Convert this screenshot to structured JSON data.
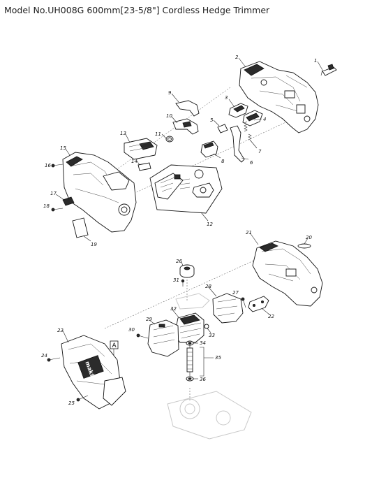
{
  "diagram": {
    "title": "Model No.UH008G 600mm[23-5/8\"] Cordless Hedge Trimmer",
    "brand_mark": "makita",
    "section_marker": "A",
    "callouts": [
      "1",
      "2",
      "3",
      "4",
      "5",
      "6",
      "7",
      "8",
      "9",
      "10",
      "11",
      "12",
      "13",
      "14",
      "15",
      "16",
      "17",
      "18",
      "19",
      "20",
      "21",
      "22",
      "23",
      "24",
      "25",
      "26",
      "27",
      "28",
      "29",
      "30",
      "31",
      "32",
      "33",
      "34",
      "35",
      "36"
    ]
  }
}
